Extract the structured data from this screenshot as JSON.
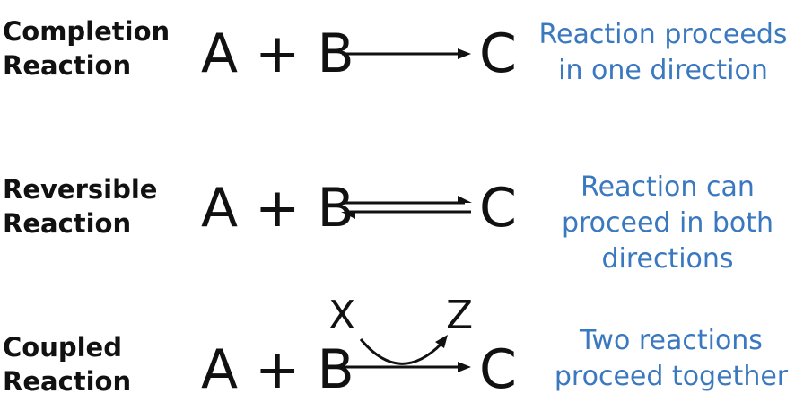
{
  "colors": {
    "text": "#111111",
    "accent": "#3a78c0"
  },
  "rows": [
    {
      "label_lines": [
        "Completion",
        "Reaction"
      ],
      "reactants": "A + B",
      "product": "C",
      "arrow": "single-forward-arrow",
      "description_lines": [
        "Reaction proceeds",
        "in one direction"
      ]
    },
    {
      "label_lines": [
        "Reversible",
        "Reaction"
      ],
      "reactants": "A + B",
      "product": "C",
      "arrow": "equilibrium-harpoon-arrows",
      "description_lines": [
        "Reaction can",
        "proceed in both",
        "directions"
      ]
    },
    {
      "label_lines": [
        "Coupled",
        "Reaction"
      ],
      "reactants": "A + B",
      "product": "C",
      "arrow": "coupled-curved-arrow",
      "side_in": "X",
      "side_out": "Z",
      "description_lines": [
        "Two reactions",
        "proceed together"
      ]
    }
  ]
}
